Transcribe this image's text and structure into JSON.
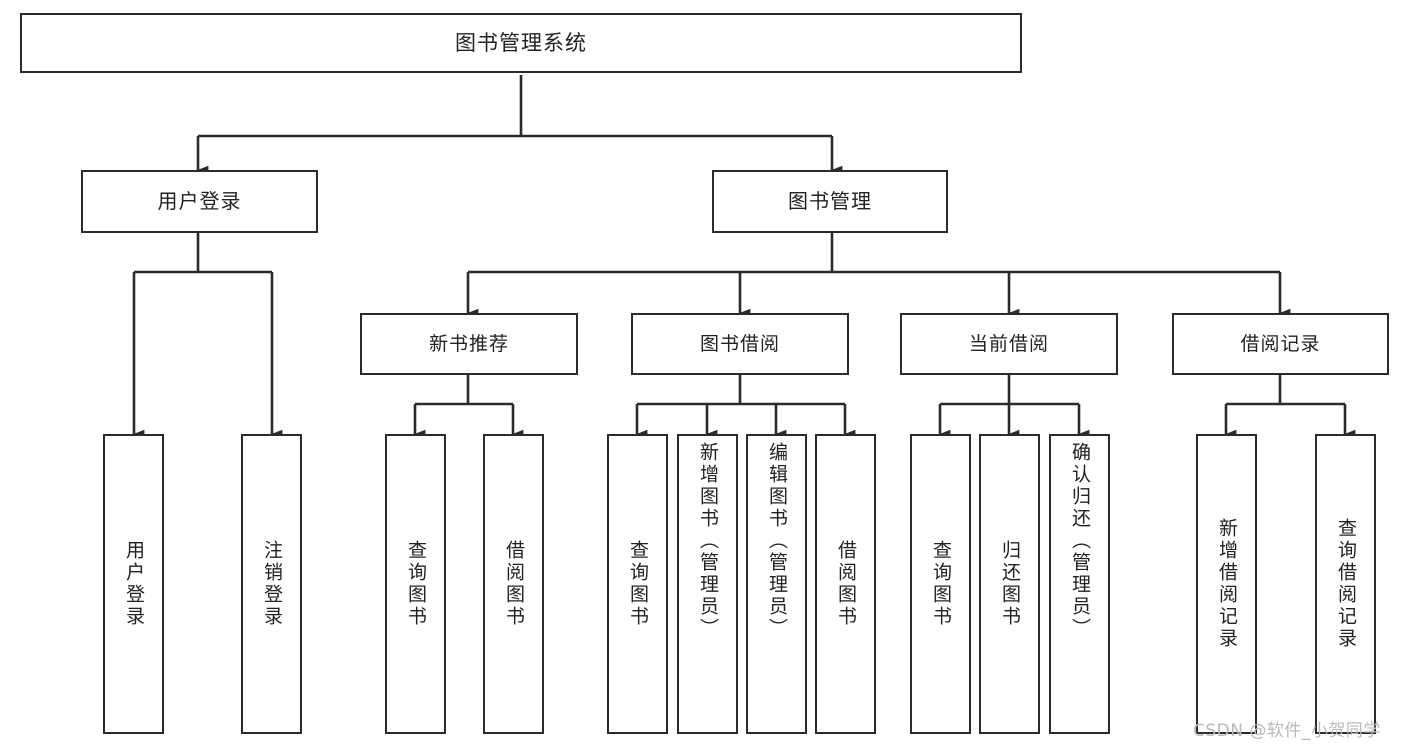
{
  "diagram": {
    "title": "图书管理系统",
    "type": "tree-hierarchy-diagram",
    "colors": {
      "box_border": "#2b2b2b",
      "box_fill": "#ffffff",
      "edge": "#2b2b2b",
      "text": "#222222",
      "watermark": "#b9b9b9",
      "background": "#ffffff"
    },
    "watermark": "CSDN @软件_小贺同学"
  },
  "nodes": {
    "root": {
      "label": "图书管理系统"
    },
    "level2": [
      {
        "id": "user-login",
        "label": "用户登录"
      },
      {
        "id": "book-manage",
        "label": "图书管理"
      }
    ],
    "level3": [
      {
        "id": "new-book-recommend",
        "label": "新书推荐"
      },
      {
        "id": "book-borrow",
        "label": "图书借阅"
      },
      {
        "id": "current-borrow",
        "label": "当前借阅"
      },
      {
        "id": "borrow-record",
        "label": "借阅记录"
      }
    ],
    "leaves": {
      "user-login": [
        {
          "id": "leaf-user-login",
          "label": "用户登录"
        },
        {
          "id": "leaf-logout-login",
          "label": "注销登录"
        }
      ],
      "new-book-recommend": [
        {
          "id": "leaf-query-book-1",
          "label": "查询图书"
        },
        {
          "id": "leaf-borrow-book-1",
          "label": "借阅图书"
        }
      ],
      "book-borrow": [
        {
          "id": "leaf-query-book-2",
          "label": "查询图书"
        },
        {
          "id": "leaf-add-book",
          "label": "新增图书（管理员）"
        },
        {
          "id": "leaf-edit-book",
          "label": "编辑图书（管理员）"
        },
        {
          "id": "leaf-borrow-book-2",
          "label": "借阅图书"
        }
      ],
      "current-borrow": [
        {
          "id": "leaf-query-book-3",
          "label": "查询图书"
        },
        {
          "id": "leaf-return-book",
          "label": "归还图书"
        },
        {
          "id": "leaf-confirm-return",
          "label": "确认归还（管理员）"
        }
      ],
      "borrow-record": [
        {
          "id": "leaf-add-record",
          "label": "新增借阅记录"
        },
        {
          "id": "leaf-query-record",
          "label": "查询借阅记录"
        }
      ]
    }
  }
}
